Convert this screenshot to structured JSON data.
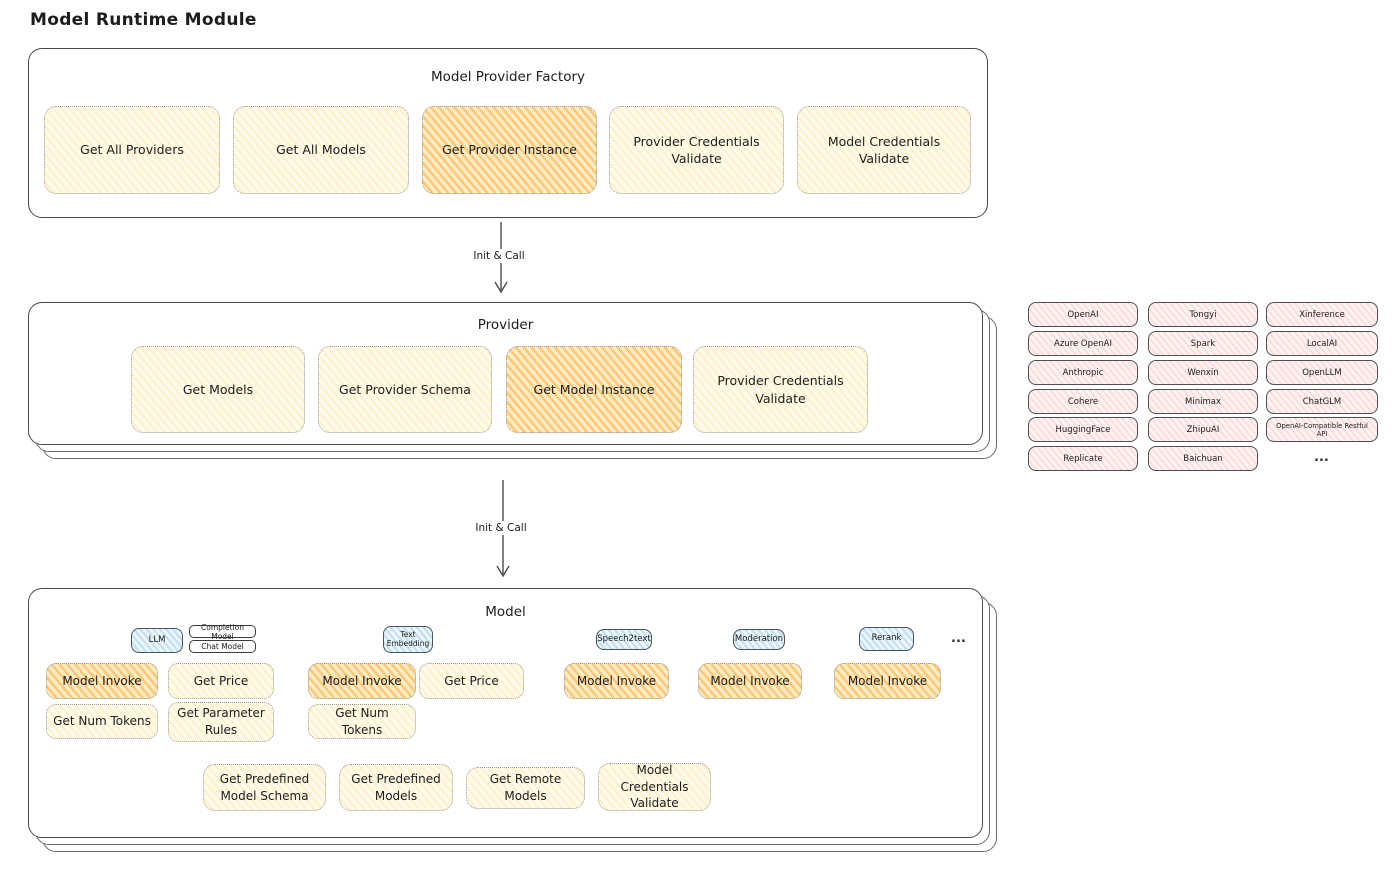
{
  "page_title": "Model Runtime Module",
  "arrows": {
    "label1": "Init & Call",
    "label2": "Init & Call"
  },
  "factory": {
    "title": "Model Provider Factory",
    "items": [
      {
        "label": "Get All Providers",
        "highlighted": false
      },
      {
        "label": "Get All Models",
        "highlighted": false
      },
      {
        "label": "Get Provider Instance",
        "highlighted": true
      },
      {
        "label": "Provider Credentials Validate",
        "highlighted": false
      },
      {
        "label": "Model Credentials Validate",
        "highlighted": false
      }
    ]
  },
  "provider": {
    "title": "Provider",
    "items": [
      {
        "label": "Get Models",
        "highlighted": false
      },
      {
        "label": "Get Provider Schema",
        "highlighted": false
      },
      {
        "label": "Get Model Instance",
        "highlighted": true
      },
      {
        "label": "Provider Credentials Validate",
        "highlighted": false
      }
    ]
  },
  "providers_grid": {
    "col1": [
      "OpenAI",
      "Azure OpenAI",
      "Anthropic",
      "Cohere",
      "HuggingFace",
      "Replicate"
    ],
    "col2": [
      "Tongyi",
      "Spark",
      "Wenxin",
      "Minimax",
      "ZhipuAI",
      "Baichuan"
    ],
    "col3": [
      "Xinference",
      "LocalAI",
      "OpenLLM",
      "ChatGLM",
      "OpenAI-Compatible Restful API"
    ],
    "ellipsis": "..."
  },
  "model": {
    "title": "Model",
    "llm": {
      "tag": "LLM",
      "subtags": [
        "Completion Model",
        "Chat Model"
      ],
      "invoke": "Model Invoke",
      "get_price": "Get Price",
      "get_num_tokens": "Get Num Tokens",
      "get_parameter_rules": "Get Parameter Rules"
    },
    "text_embedding": {
      "tag": "Text Embedding",
      "invoke": "Model Invoke",
      "get_price": "Get Price",
      "get_num_tokens": "Get Num Tokens"
    },
    "speech2text": {
      "tag": "Speech2text",
      "invoke": "Model Invoke"
    },
    "moderation": {
      "tag": "Moderation",
      "invoke": "Model Invoke"
    },
    "rerank": {
      "tag": "Rerank",
      "invoke": "Model Invoke"
    },
    "ellipsis": "...",
    "bottom": [
      "Get Predefined Model Schema",
      "Get Predefined Models",
      "Get Remote Models",
      "Model Credentials Validate"
    ]
  },
  "colors": {
    "yellow_fill": "#fffbea",
    "orange_highlight": "#ffe6b5",
    "pink_chip": "#fff4f4",
    "blue_tag": "#ecf6fc",
    "line": "#4b4b4b"
  }
}
